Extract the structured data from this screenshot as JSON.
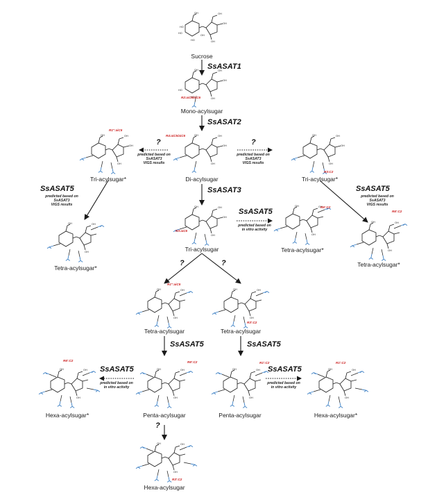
{
  "compounds": {
    "sucrose": "Sucrose",
    "mono": "Mono-acylsugar",
    "di": "Di-acylsugar",
    "tri_left": "Tri-acylsugar*",
    "tri_right": "Tri-acylsugar*",
    "tri_center": "Tri-acylsugar",
    "tetra_left": "Tetra-acylsugar*",
    "tetra_mid_right": "Tetra-acylsugar*",
    "tetra_far_right": "Tetra-acylsugar*",
    "tetra_c1": "Tetra-acylsugar",
    "tetra_c2": "Tetra-acylsugar",
    "penta_1": "Penta-acylsugar",
    "penta_2": "Penta-acylsugar",
    "hexa_left": "Hexa-acylsugar*",
    "hexa_right": "Hexa-acylsugar*",
    "hexa_bottom": "Hexa-acylsugar"
  },
  "enzymes": {
    "asat1": "SsASAT1",
    "asat2": "SsASAT2",
    "asat3": "SsASAT3",
    "asat5_left": "SsASAT5",
    "asat5_right": "SsASAT5",
    "asat5_mid": "SsASAT5",
    "asat5_c1": "SsASAT5",
    "asat5_c2": "SsASAT5",
    "asat5_bl": "SsASAT5",
    "asat5_br": "SsASAT5"
  },
  "unknown_mark": "?",
  "notes": {
    "vigs_left": [
      "predicted based on",
      "SsASAT3",
      "VIGS results"
    ],
    "vigs_right": [
      "predicted based on",
      "SsASAT3",
      "VIGS results"
    ],
    "vigs_left2": [
      "predicted based on",
      "SsASAT3",
      "VIGS results"
    ],
    "vigs_right2": [
      "predicted based on",
      "SsASAT3",
      "VIGS results"
    ],
    "invitro_mid": [
      "predicted based on",
      "in vitro activity"
    ],
    "invitro_bl": [
      "predicted based on",
      "in vitro activity"
    ],
    "invitro_br": [
      "predicted based on",
      "in vitro activity"
    ]
  },
  "positions": {
    "mono": "R2:aiC5/aiC6",
    "di": "R4:aiC5/aiC6",
    "tri_left": "R1'':aiC5",
    "tri_right": "R3:C2",
    "tri_center": "R3:aiC6",
    "tetra_mid_right": "R6':C2",
    "tetra_far_right": "R6':C2",
    "tetra_c1": "R1'':aiC5",
    "tetra_c2": "R3':C2",
    "hexa_left": "R6':C2",
    "penta_1": "R6':C2",
    "penta_2": "R1':C2",
    "hexa_right": "R1':C2",
    "hexa_bottom": "R3':C2"
  },
  "colors": {
    "bond": "#1a1a1a",
    "acyl": "#3b7fc4",
    "highlight": "#cc1f1f"
  }
}
